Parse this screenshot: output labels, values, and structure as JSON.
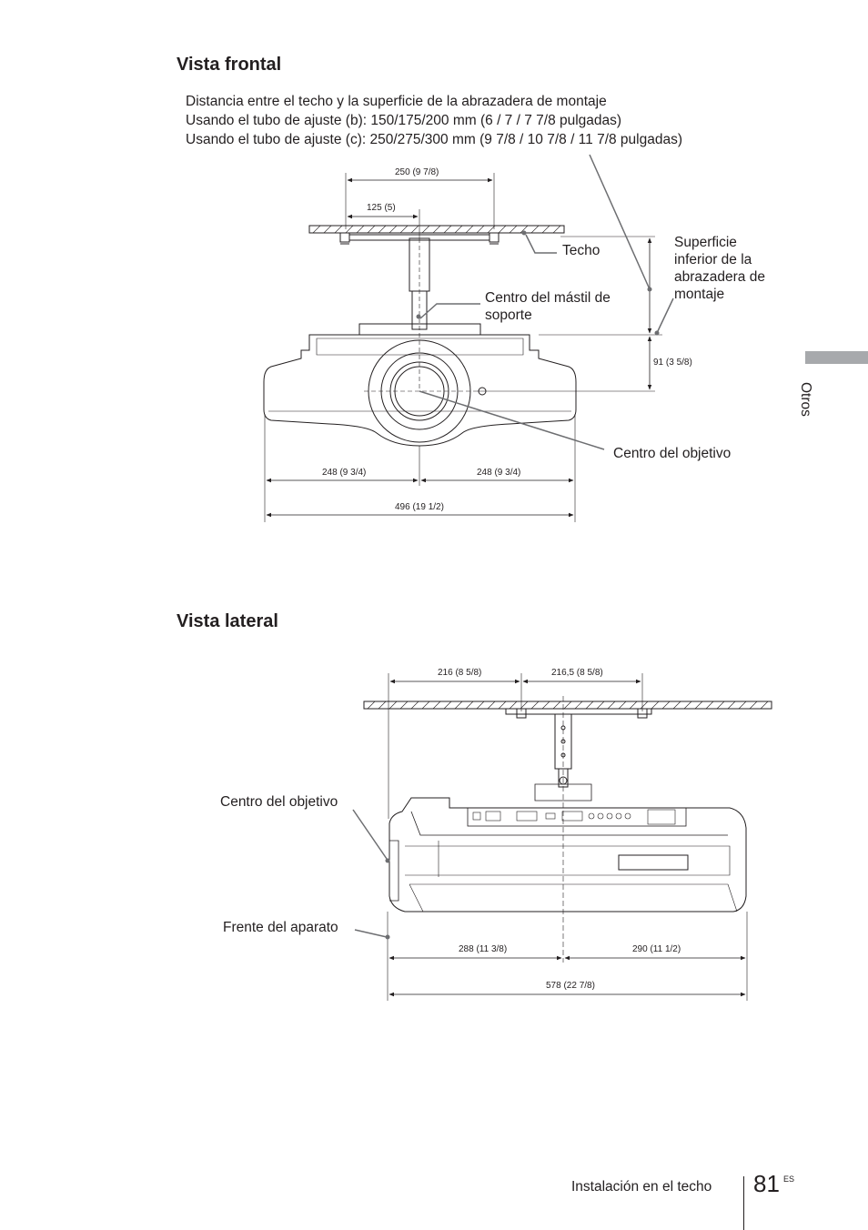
{
  "front": {
    "title": "Vista frontal",
    "note": [
      "Distancia entre el techo y la superficie de la abrazadera de montaje",
      "Usando el tubo de ajuste (b): 150/175/200 mm (6 / 7 / 7 7/8 pulgadas)",
      "Usando el tubo de ajuste (c): 250/275/300 mm (9 7/8 / 10 7/8 / 11 7/8 pulgadas)"
    ],
    "labels": {
      "ceiling": "Techo",
      "mast": "Centro del mástil de soporte",
      "surface": "Superficie inferior de la abrazadera de montaje",
      "lens": "Centro del objetivo"
    },
    "dims": {
      "d250": "250 (9 7/8)",
      "d125": "125 (5)",
      "d91": "91 (3 5/8)",
      "d248a": "248 (9 3/4)",
      "d248b": "248 (9 3/4)",
      "d496": "496 (19 1/2)"
    }
  },
  "side": {
    "title": "Vista lateral",
    "labels": {
      "lens": "Centro del objetivo",
      "front": "Frente del aparato"
    },
    "dims": {
      "d216": "216 (8 5/8)",
      "d2165": "216,5 (8 5/8)",
      "d288": "288 (11 3/8)",
      "d290": "290 (11 1/2)",
      "d578": "578 (22 7/8)"
    }
  },
  "tab": {
    "section": "Otros"
  },
  "footer": {
    "title": "Instalación en el techo",
    "page": "81",
    "lang": "ES"
  }
}
